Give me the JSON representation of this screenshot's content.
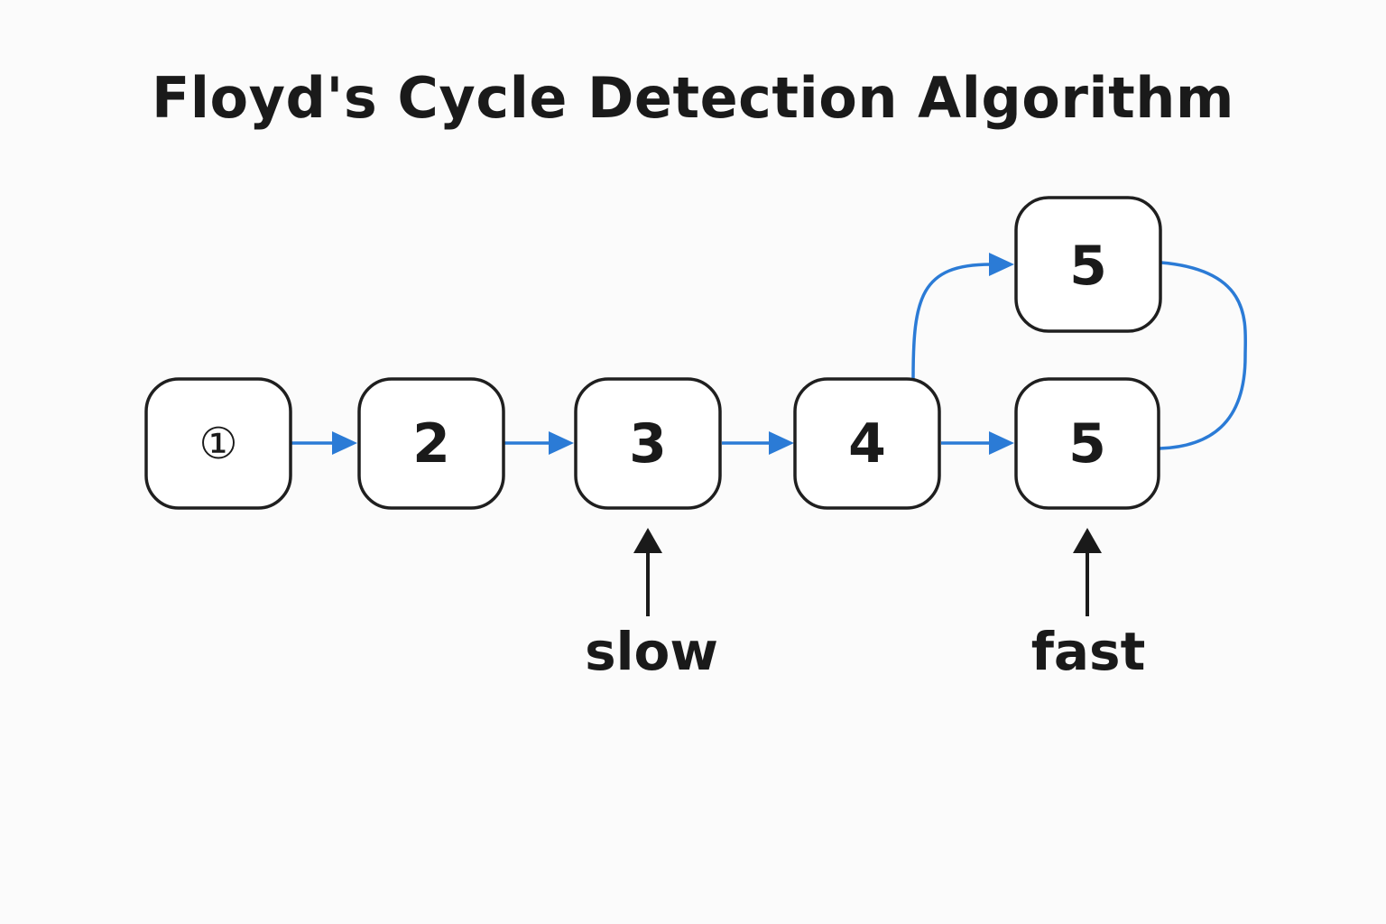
{
  "title": "Floyd's Cycle Detection Algorithm",
  "nodes": [
    {
      "id": "n1",
      "label": "①"
    },
    {
      "id": "n2",
      "label": "2"
    },
    {
      "id": "n3",
      "label": "3"
    },
    {
      "id": "n4",
      "label": "4"
    },
    {
      "id": "n5",
      "label": "5"
    },
    {
      "id": "n5b",
      "label": "5"
    }
  ],
  "edges": [
    {
      "from": "n1",
      "to": "n2"
    },
    {
      "from": "n2",
      "to": "n3"
    },
    {
      "from": "n3",
      "to": "n4"
    },
    {
      "from": "n4",
      "to": "n5"
    },
    {
      "from": "n4",
      "to": "n5b"
    },
    {
      "from": "n5",
      "to": "n5b"
    }
  ],
  "pointers": {
    "slow": {
      "label": "slow",
      "target": "n3"
    },
    "fast": {
      "label": "fast",
      "target": "n5"
    }
  },
  "colors": {
    "edge": "#2b7bd6",
    "node_border": "#1f1f1f",
    "text": "#1a1a1a",
    "background": "#fbfbfb"
  }
}
